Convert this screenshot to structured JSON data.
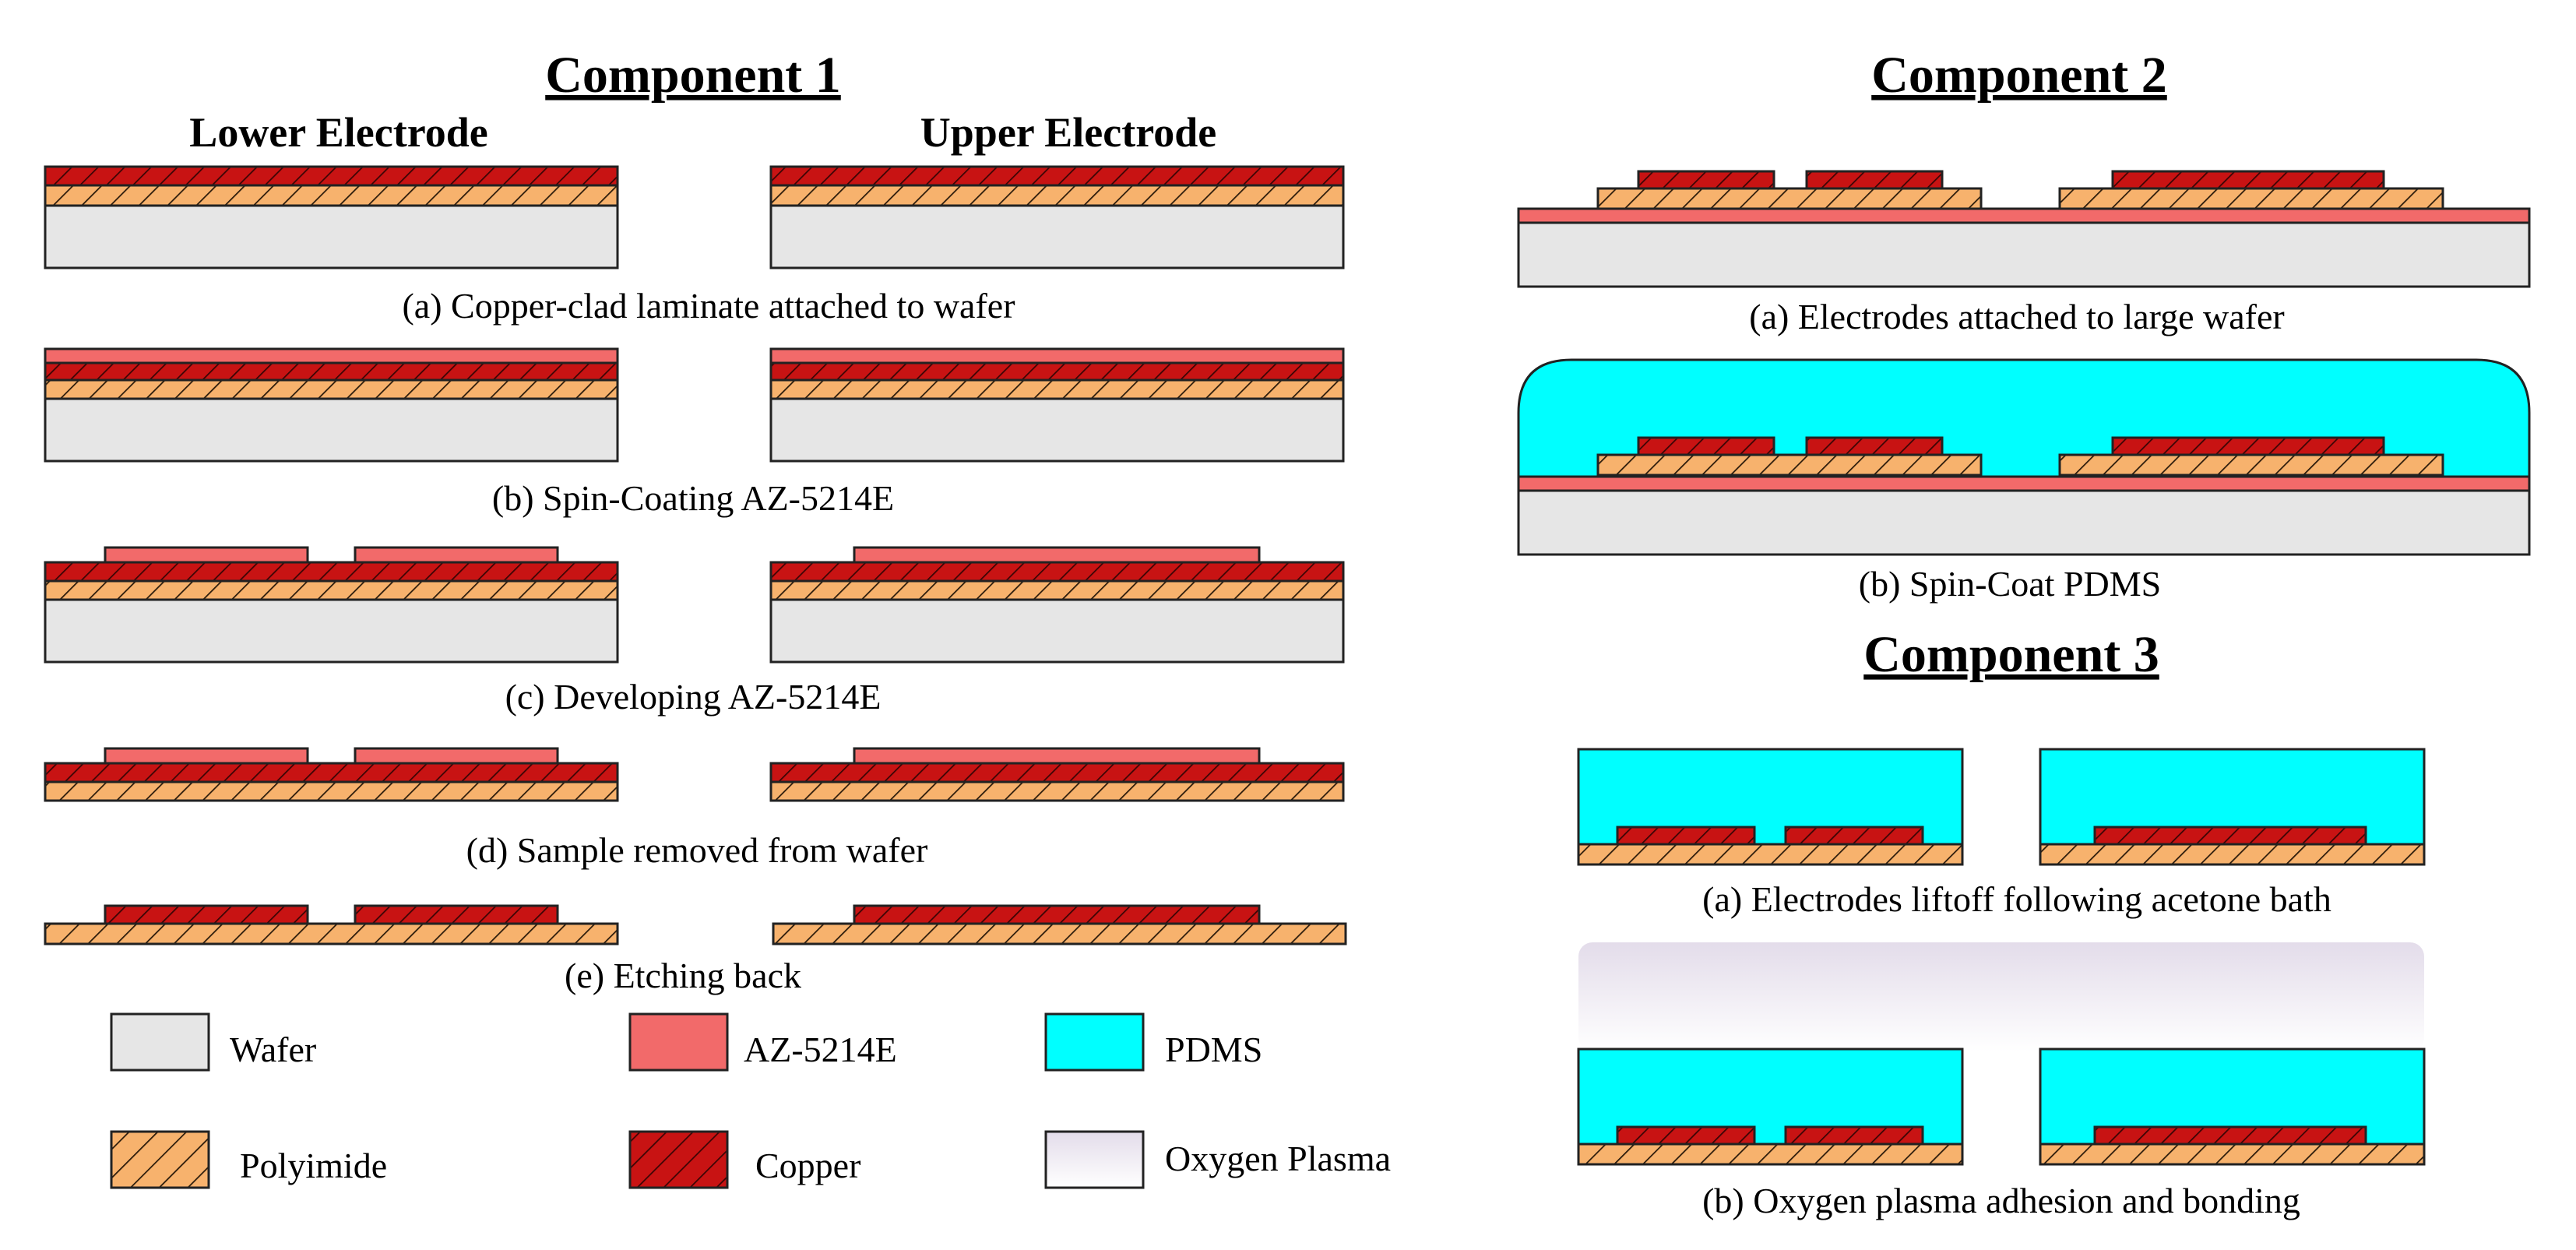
{
  "component1": {
    "title": "Component 1",
    "lower_label": "Lower Electrode",
    "upper_label": "Upper Electrode",
    "steps": [
      "(a) Copper-clad laminate attached to wafer",
      "(b) Spin-Coating AZ-5214E",
      "(c) Developing AZ-5214E",
      "(d) Sample removed from wafer",
      "(e) Etching back"
    ]
  },
  "component2": {
    "title": "Component 2",
    "steps": [
      "(a) Electrodes attached to large wafer",
      "(b) Spin-Coat PDMS"
    ]
  },
  "component3": {
    "title": "Component 3",
    "steps": [
      "(a) Electrodes liftoff following acetone bath",
      "(b) Oxygen plasma adhesion and bonding"
    ]
  },
  "legend": [
    {
      "material": "wafer",
      "label": "Wafer"
    },
    {
      "material": "az",
      "label": "AZ-5214E"
    },
    {
      "material": "pdms",
      "label": "PDMS"
    },
    {
      "material": "polyimide",
      "label": "Polyimide"
    },
    {
      "material": "copper",
      "label": "Copper"
    },
    {
      "material": "plasma",
      "label": "Oxygen Plasma"
    }
  ],
  "colors": {
    "wafer": "#e6e6e6",
    "az": "#f26a6a",
    "pdms": "#00ffff",
    "polyimide": "#f7b26d",
    "copper": "#c81313",
    "plasma_top": "#e3dcea",
    "outline": "#222222"
  }
}
